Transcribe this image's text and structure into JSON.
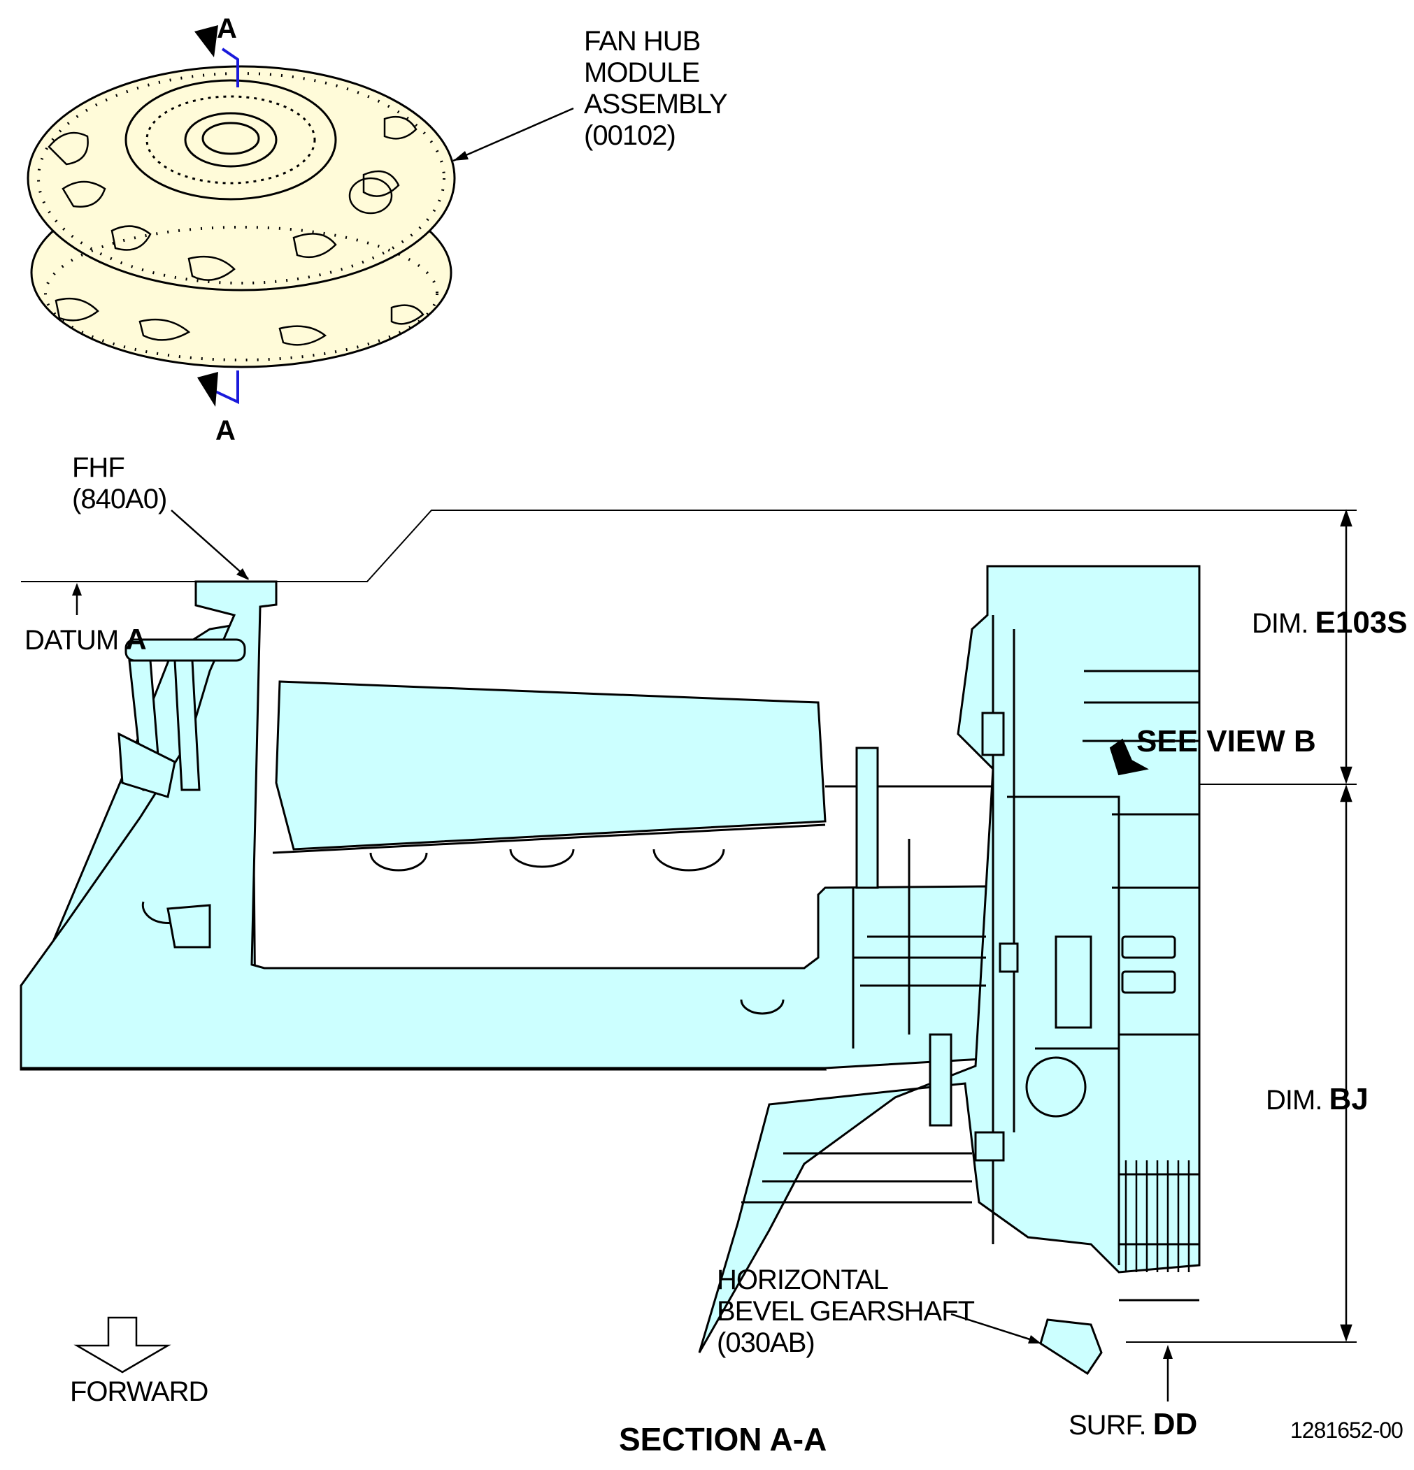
{
  "colors": {
    "fill": "#ccffff",
    "line": "#000000",
    "accent": "#1a1adb",
    "assembly_fill": "#fffbd9"
  },
  "labels": {
    "fan_hub_l1": "FAN HUB",
    "fan_hub_l2": "MODULE",
    "fan_hub_l3": "ASSEMBLY",
    "fan_hub_l4": "(00102)",
    "fhf_l1": "FHF",
    "fhf_l2": "(840A0)",
    "datum_prefix": "DATUM ",
    "datum_letter": "A",
    "dim_e_prefix": "DIM. ",
    "dim_e_value": "E103S",
    "see_view": "SEE VIEW B",
    "dim_bj_prefix": "DIM. ",
    "dim_bj_value": "BJ",
    "hbg_l1": "HORIZONTAL",
    "hbg_l2": "BEVEL GEARSHAFT",
    "hbg_l3": "(030AB)",
    "forward": "FORWARD",
    "surf_prefix": "SURF. ",
    "surf_value": "DD",
    "section_title": "SECTION A-A",
    "section_marker_top": "A",
    "section_marker_bottom": "A",
    "drawing_number": "1281652-00"
  }
}
